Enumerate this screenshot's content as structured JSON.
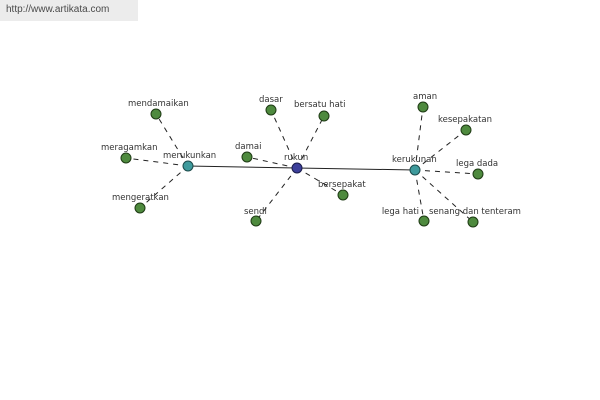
{
  "watermark": "http://www.artikata.com",
  "colors": {
    "leaf": "#4e8a3e",
    "hub": "#3e9a9c",
    "center": "#3c3f9a"
  },
  "hubs": {
    "center": "rukun",
    "left": "merukunkan",
    "right": "kerukunan"
  },
  "leaves": {
    "merukunkan": [
      "mendamaikan",
      "meragamkan",
      "mengeratkan"
    ],
    "rukun": [
      "dasar",
      "bersatu hati",
      "damai",
      "bersepakat",
      "sendi"
    ],
    "kerukunan": [
      "aman",
      "kesepakatan",
      "lega dada",
      "lega hati",
      "senang dan tenteram"
    ]
  }
}
